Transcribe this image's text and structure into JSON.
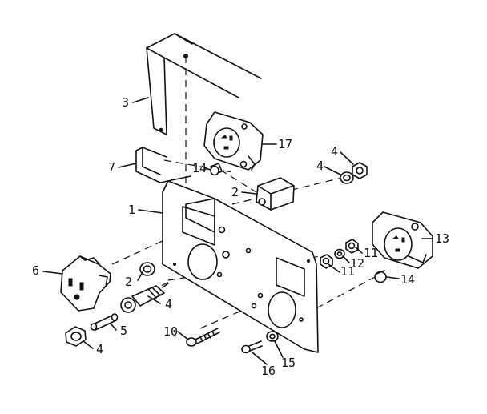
{
  "diagram": {
    "labels": {
      "bracket": "3",
      "receptacle_top": "17",
      "nut_top": "4",
      "washer_top": "4",
      "strap": "7",
      "spacer_top": "14",
      "breaker_top": "2",
      "panel": "1",
      "receptacle_right": "13",
      "nut_right_a": "11",
      "lockwasher": "12",
      "nut_right_b": "11",
      "outlet": "6",
      "breaker_ring": "2",
      "spacer_right": "14",
      "fuse_holder": "4",
      "fuse": "5",
      "fuse_cap": "4",
      "screw_a": "10",
      "screw_b": "16",
      "washer_bottom": "15"
    }
  }
}
